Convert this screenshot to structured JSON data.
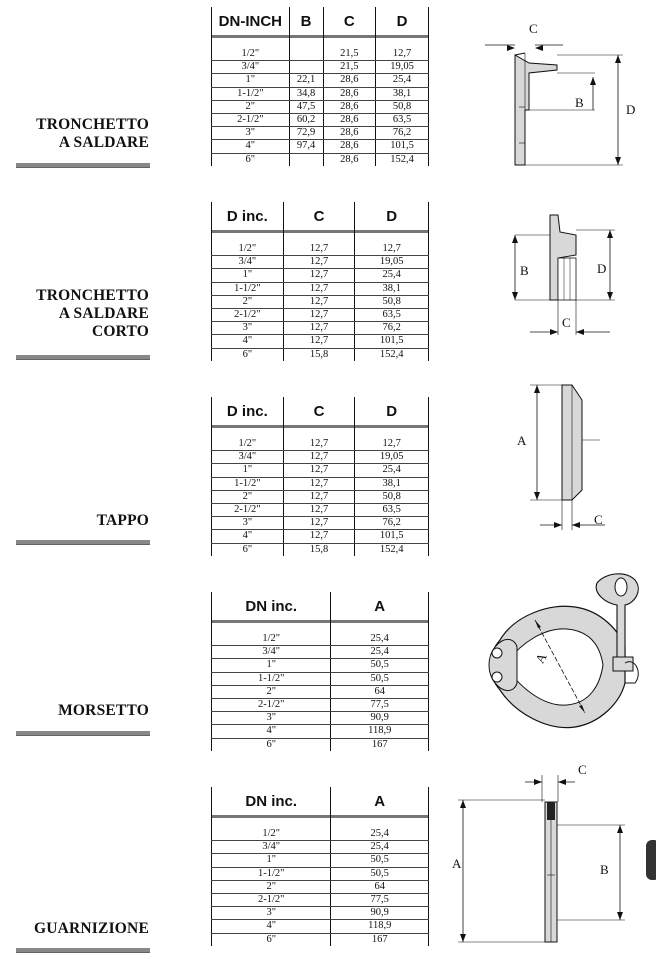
{
  "sections": [
    {
      "title_lines": [
        "TRONCHETTO",
        "A SALDARE"
      ],
      "headers": [
        "DN-INCH",
        "B",
        "C",
        "D"
      ],
      "rows": [
        [
          "1/2\"",
          "",
          "21,5",
          "12,7"
        ],
        [
          "3/4\"",
          "",
          "21,5",
          "19,05"
        ],
        [
          "1\"",
          "22,1",
          "28,6",
          "25,4"
        ],
        [
          "1-1/2\"",
          "34,8",
          "28,6",
          "38,1"
        ],
        [
          "2\"",
          "47,5",
          "28,6",
          "50,8"
        ],
        [
          "2-1/2\"",
          "60,2",
          "28,6",
          "63,5"
        ],
        [
          "3\"",
          "72,9",
          "28,6",
          "76,2"
        ],
        [
          "4\"",
          "97,4",
          "28,6",
          "101,5"
        ],
        [
          "6\"",
          "",
          "28,6",
          "152,4"
        ]
      ],
      "drawing_labels": [
        "C",
        "B",
        "D"
      ]
    },
    {
      "title_lines": [
        "TRONCHETTO",
        "A SALDARE",
        "CORTO"
      ],
      "headers": [
        "D inc.",
        "C",
        "D"
      ],
      "rows": [
        [
          "1/2\"",
          "12,7",
          "12,7"
        ],
        [
          "3/4\"",
          "12,7",
          "19,05"
        ],
        [
          "1\"",
          "12,7",
          "25,4"
        ],
        [
          "1-1/2\"",
          "12,7",
          "38,1"
        ],
        [
          "2\"",
          "12,7",
          "50,8"
        ],
        [
          "2-1/2\"",
          "12,7",
          "63,5"
        ],
        [
          "3\"",
          "12,7",
          "76,2"
        ],
        [
          "4\"",
          "12,7",
          "101,5"
        ],
        [
          "6\"",
          "15,8",
          "152,4"
        ]
      ],
      "drawing_labels": [
        "B",
        "D",
        "C"
      ]
    },
    {
      "title_lines": [
        "TAPPO"
      ],
      "headers": [
        "D inc.",
        "C",
        "D"
      ],
      "rows": [
        [
          "1/2\"",
          "12,7",
          "12,7"
        ],
        [
          "3/4\"",
          "12,7",
          "19,05"
        ],
        [
          "1\"",
          "12,7",
          "25,4"
        ],
        [
          "1-1/2\"",
          "12,7",
          "38,1"
        ],
        [
          "2\"",
          "12,7",
          "50,8"
        ],
        [
          "2-1/2\"",
          "12,7",
          "63,5"
        ],
        [
          "3\"",
          "12,7",
          "76,2"
        ],
        [
          "4\"",
          "12,7",
          "101,5"
        ],
        [
          "6\"",
          "15,8",
          "152,4"
        ]
      ],
      "drawing_labels": [
        "A",
        "C"
      ]
    },
    {
      "title_lines": [
        "MORSETTO"
      ],
      "headers": [
        "DN inc.",
        "A"
      ],
      "rows": [
        [
          "1/2\"",
          "25,4"
        ],
        [
          "3/4\"",
          "25,4"
        ],
        [
          "1\"",
          "50,5"
        ],
        [
          "1-1/2\"",
          "50,5"
        ],
        [
          "2\"",
          "64"
        ],
        [
          "2-1/2\"",
          "77,5"
        ],
        [
          "3\"",
          "90,9"
        ],
        [
          "4\"",
          "118,9"
        ],
        [
          "6\"",
          "167"
        ]
      ],
      "drawing_labels": [
        "A"
      ]
    },
    {
      "title_lines": [
        "GUARNIZIONE"
      ],
      "headers": [
        "DN inc.",
        "A"
      ],
      "rows": [
        [
          "1/2\"",
          "25,4"
        ],
        [
          "3/4\"",
          "25,4"
        ],
        [
          "1\"",
          "50,5"
        ],
        [
          "1-1/2\"",
          "50,5"
        ],
        [
          "2\"",
          "64"
        ],
        [
          "2-1/2\"",
          "77,5"
        ],
        [
          "3\"",
          "90,9"
        ],
        [
          "4\"",
          "118,9"
        ],
        [
          "6\"",
          "167"
        ]
      ],
      "drawing_labels": [
        "C",
        "A",
        "B"
      ]
    }
  ]
}
